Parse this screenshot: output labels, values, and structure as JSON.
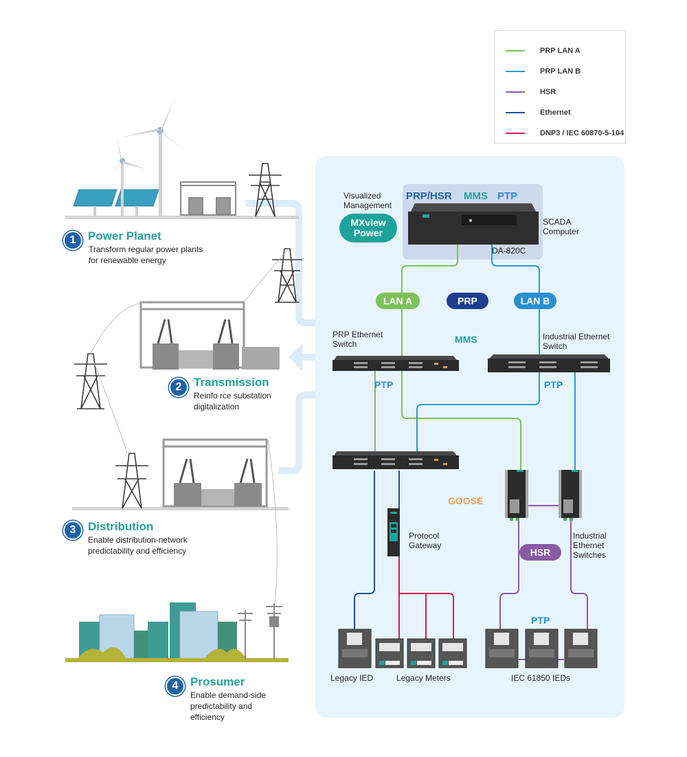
{
  "legend": {
    "items": [
      {
        "label": "PRP LAN A",
        "color": "#7dc15a"
      },
      {
        "label": "PRP LAN B",
        "color": "#2a9ad6"
      },
      {
        "label": "HSR",
        "color": "#8a5aa6"
      },
      {
        "label": "Ethernet",
        "color": "#1d4e9c"
      },
      {
        "label": "DNP3 / IEC 60870-5-104",
        "color": "#d81e4e"
      }
    ]
  },
  "steps": [
    {
      "number": "1",
      "title": "Power Planet",
      "desc_line1": "Transform regular power plants",
      "desc_line2": "for renewable energy",
      "desc_line3": ""
    },
    {
      "number": "2",
      "title": "Transmission",
      "desc_line1": "Reinfo rce substation",
      "desc_line2": "digitalization",
      "desc_line3": ""
    },
    {
      "number": "3",
      "title": "Distribution",
      "desc_line1": "Enable distribution-network",
      "desc_line2": "predictability and efficiency",
      "desc_line3": ""
    },
    {
      "number": "4",
      "title": "Prosumer",
      "desc_line1": "Enable demand-side",
      "desc_line2": "predictability and",
      "desc_line3": "efficiency"
    }
  ],
  "network": {
    "scada": {
      "protocols": [
        "PRP/HSR",
        "MMS",
        "PTP"
      ],
      "management_label_line1": "Visualized",
      "management_label_line2": "Management",
      "mxview_line1": "MXview",
      "mxview_line2": "Power",
      "computer_label_line1": "SCADA",
      "computer_label_line2": "Computer",
      "model": "DA-820C"
    },
    "pills": {
      "lan_a": "LAN A",
      "prp": "PRP",
      "lan_b": "LAN B",
      "hsr": "HSR"
    },
    "labels": {
      "prp_switch_line1": "PRP Ethernet",
      "prp_switch_line2": "Switch",
      "ind_switch_line1": "Industrial Ethernet",
      "ind_switch_line2": "Switch",
      "mms": "MMS",
      "ptp_left": "PTP",
      "ptp_right": "PTP",
      "goose": "GOOSE",
      "gateway_line1": "Protocol",
      "gateway_line2": "Gateway",
      "ind_switches_line1": "Industrial",
      "ind_switches_line2": "Ethernet",
      "ind_switches_line3": "Switches",
      "ptp_ieds": "PTP",
      "legacy_ied": "Legacy IED",
      "legacy_meters": "Legacy Meters",
      "iec_ieds": "IEC 61850 IEDs"
    },
    "colors": {
      "lan_a": "#7dc15a",
      "lan_b": "#2a9ad6",
      "hsr": "#8a5aa6",
      "ethernet": "#1d4e9c",
      "dnp3": "#d81e4e",
      "prp_pill": "#1d3f8f",
      "mxview": "#1ea39c",
      "protocol_blue": "#1f63a8",
      "protocol_teal": "#24a19a",
      "ptp_blue": "#2a8fd0",
      "goose": "#f0a35a"
    }
  }
}
